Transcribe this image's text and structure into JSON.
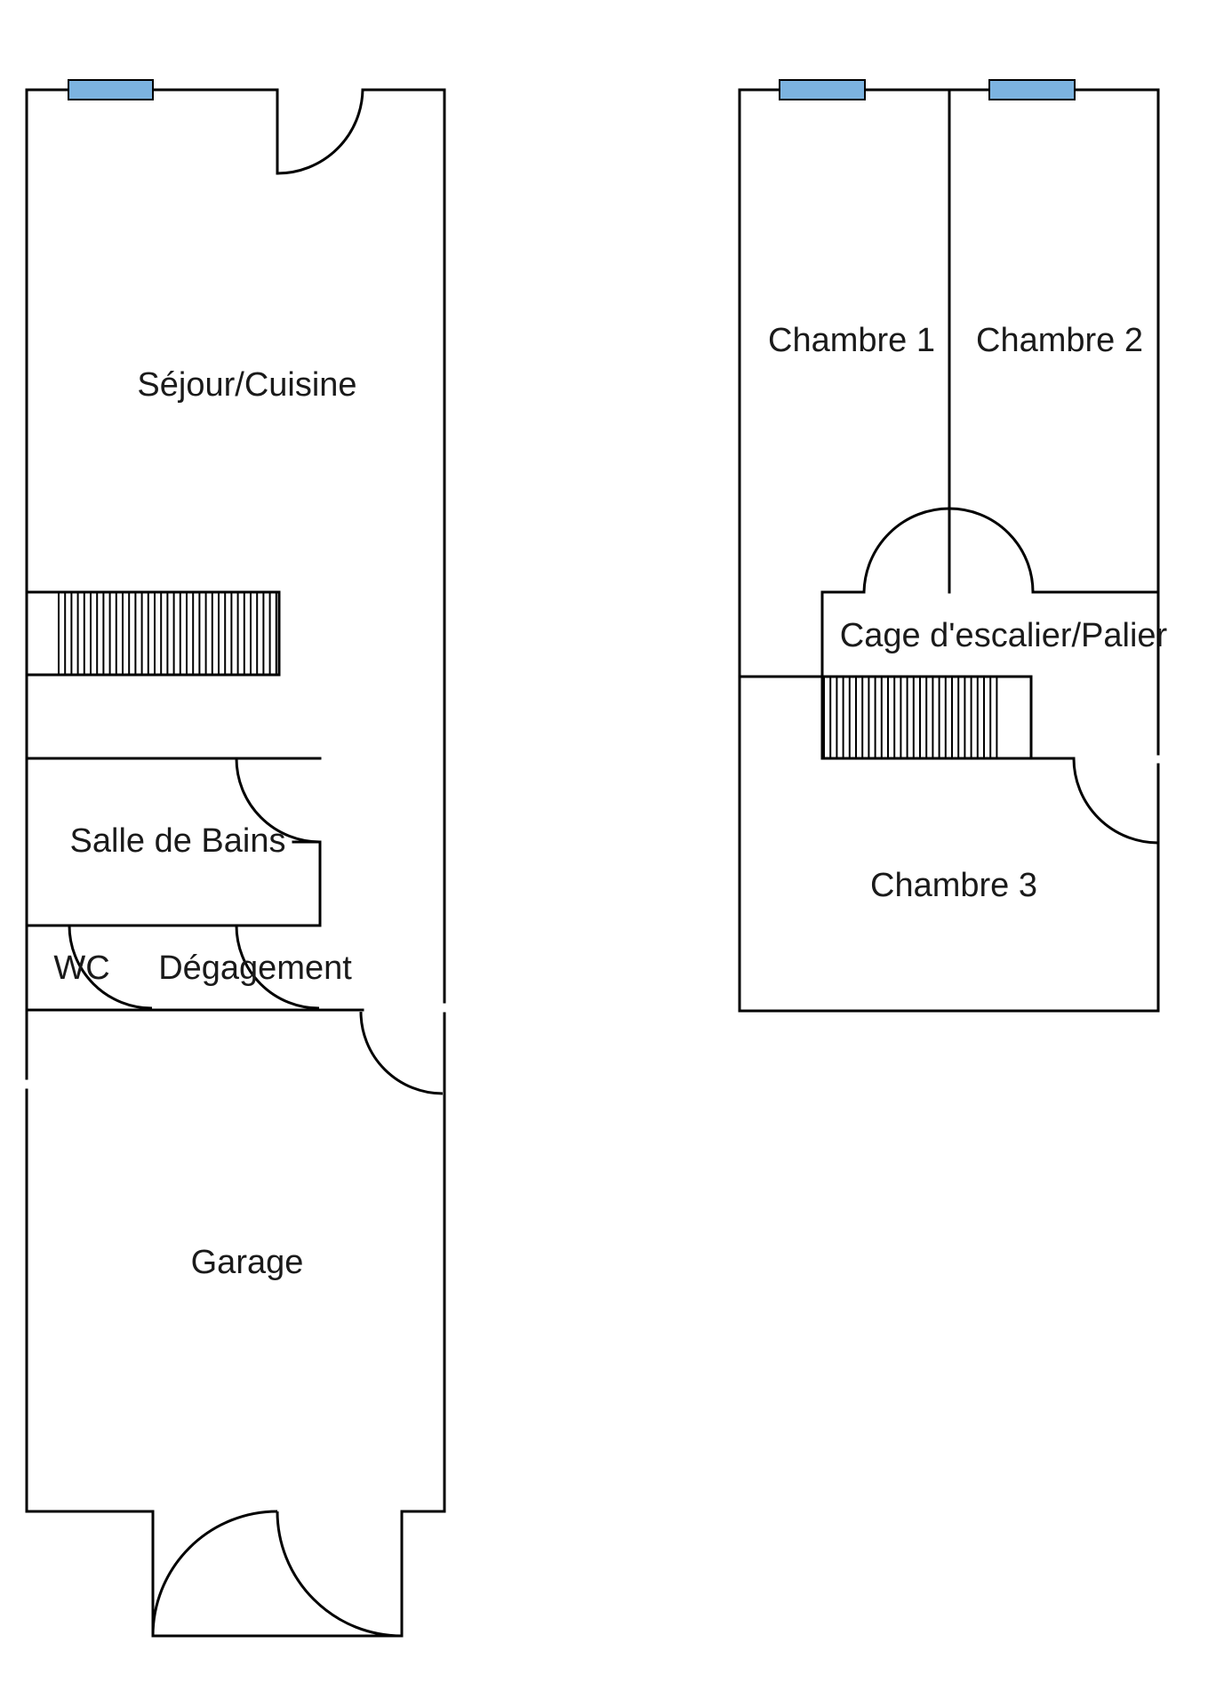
{
  "colors": {
    "wall": "#000000",
    "window": "#7cb3e0",
    "background": "#ffffff"
  },
  "ground_floor": {
    "rooms": {
      "sejour": "Séjour/Cuisine",
      "bains": "Salle de Bains",
      "wc": "WC",
      "degagement": "Dégagement",
      "garage": "Garage"
    }
  },
  "upper_floor": {
    "rooms": {
      "chambre1": "Chambre 1",
      "chambre2": "Chambre 2",
      "palier": "Cage d'escalier/Palier",
      "chambre3": "Chambre 3"
    }
  }
}
